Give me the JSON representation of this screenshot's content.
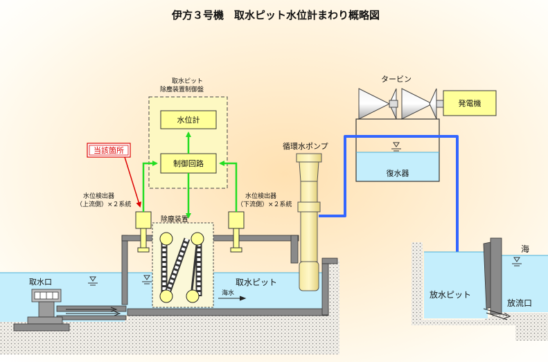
{
  "title": "伊方３号機　取水ピット水位計まわり概略図",
  "labels": {
    "panel_title_1": "取水ピット",
    "panel_title_2": "除塵装置制御盤",
    "water_level_meter": "水位計",
    "control_circuit": "制御回路",
    "highlight": "当該箇所",
    "detector_left_1": "水位検出器",
    "detector_left_2": "（上流側）×２系統",
    "detector_right_1": "水位検出器",
    "detector_right_2": "（下流側）×２系統",
    "dust_remover": "除塵装置",
    "intake": "取水口",
    "intake_pit": "取水ピット",
    "seawater_flow": "海水",
    "circ_pump": "循環水ポンプ",
    "turbine": "タービン",
    "generator": "発電機",
    "condenser": "復水器",
    "sea": "海",
    "discharge_pit": "放水ピット",
    "discharge_outlet": "放流口"
  },
  "colors": {
    "water": "#c4eefc",
    "water_pipe": "#3366ff",
    "signal_line": "#22dd22",
    "box_fill": "#ffff99",
    "panel_fill": "#fdf8c2",
    "highlight_red": "#dd0000",
    "structure_gray": "#8a8a8a"
  }
}
